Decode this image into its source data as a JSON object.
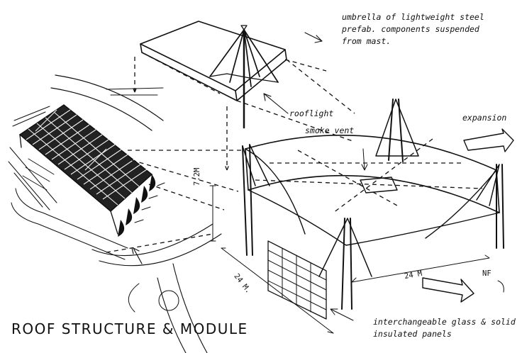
{
  "title": "ROOF STRUCTURE & MODULE",
  "annotations": {
    "umbrella": [
      "umbrella of lightweight steel",
      "prefab. components suspended",
      "from mast."
    ],
    "rooflight": "rooflight",
    "smoke_vent": "smoke vent",
    "expansion": "expansion",
    "panels": [
      "interchangeable glass & solid",
      "insulated panels"
    ],
    "north": "NF"
  },
  "dimensions": {
    "height": "7.2M",
    "width": "24 M",
    "depth": "24 M."
  }
}
